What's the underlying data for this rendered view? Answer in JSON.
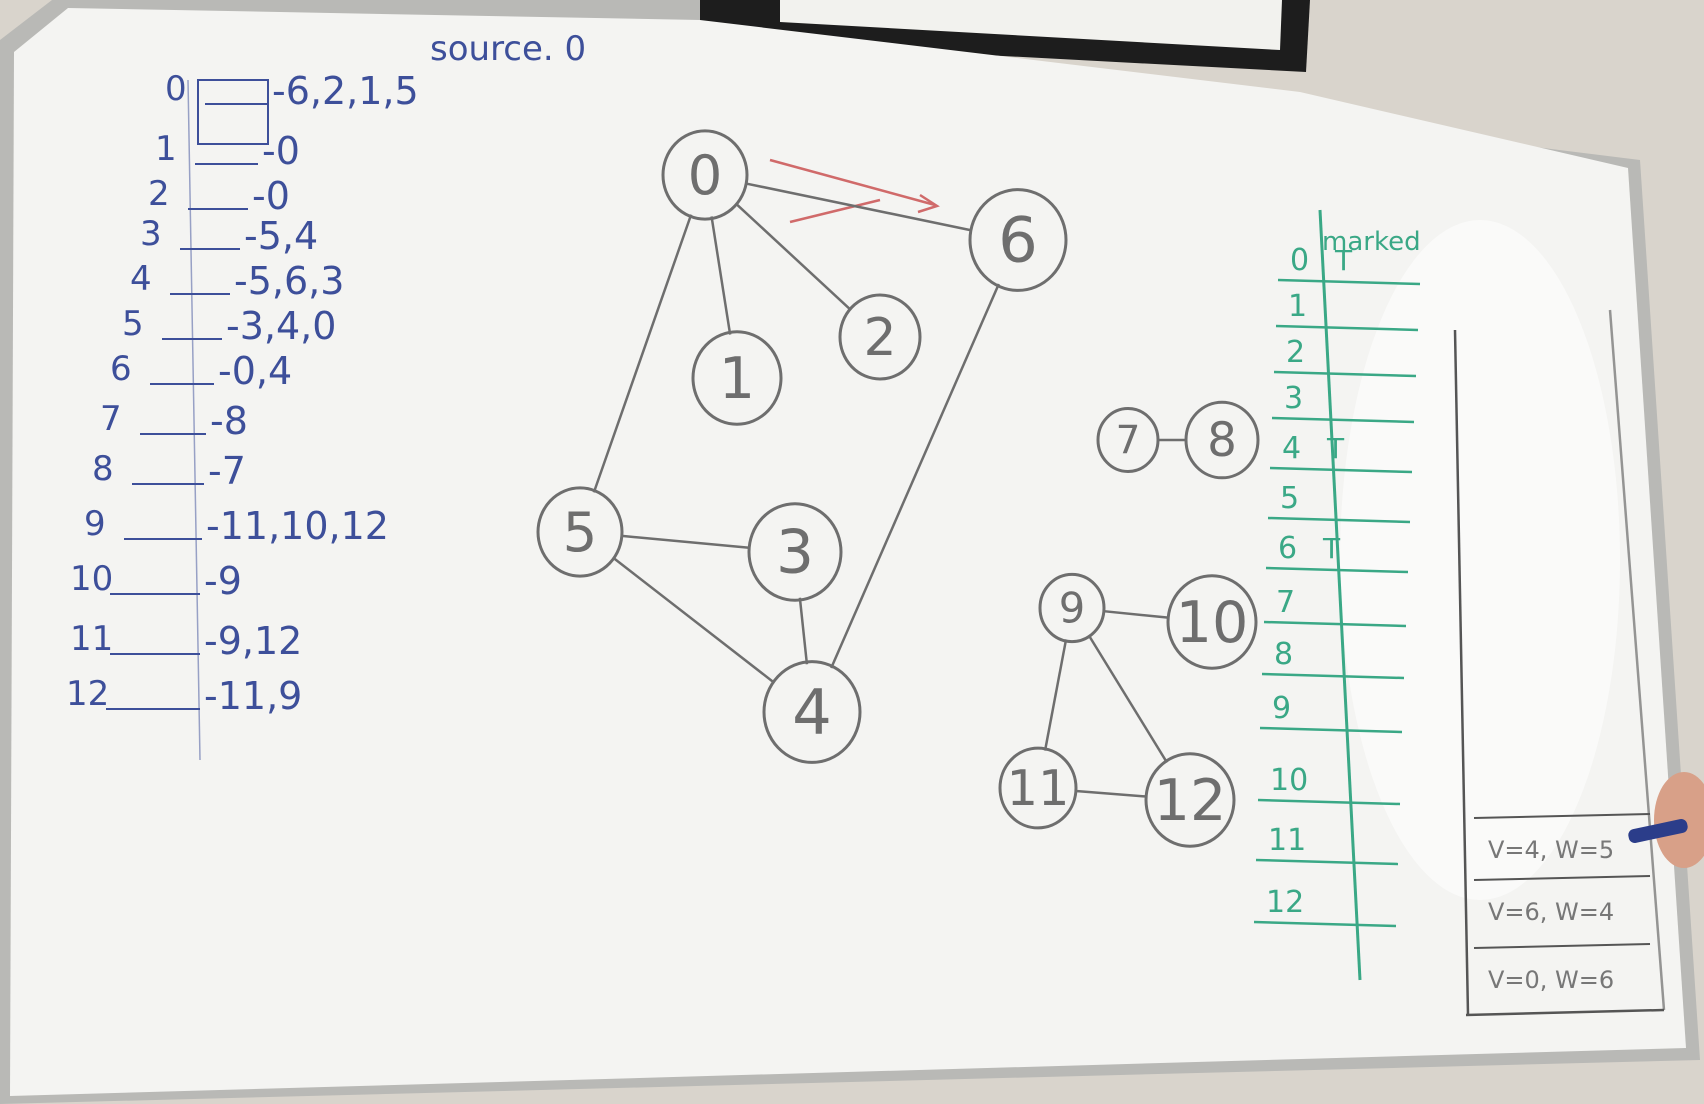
{
  "source_label": "source. 0",
  "adjacency": [
    {
      "index": "0",
      "neighbors": "-6,2,1,5"
    },
    {
      "index": "1",
      "neighbors": "-0"
    },
    {
      "index": "2",
      "neighbors": "-0"
    },
    {
      "index": "3",
      "neighbors": "-5,4"
    },
    {
      "index": "4",
      "neighbors": "-5,6,3"
    },
    {
      "index": "5",
      "neighbors": "-3,4,0"
    },
    {
      "index": "6",
      "neighbors": "-0,4"
    },
    {
      "index": "7",
      "neighbors": "-8"
    },
    {
      "index": "8",
      "neighbors": "-7"
    },
    {
      "index": "9",
      "neighbors": "-11,10,12"
    },
    {
      "index": "10",
      "neighbors": "-9"
    },
    {
      "index": "11",
      "neighbors": "-9,12"
    },
    {
      "index": "12",
      "neighbors": "-11,9"
    }
  ],
  "graph": {
    "nodes": [
      "0",
      "1",
      "2",
      "3",
      "4",
      "5",
      "6",
      "7",
      "8",
      "9",
      "10",
      "11",
      "12"
    ],
    "edges": [
      [
        "0",
        "6"
      ],
      [
        "0",
        "2"
      ],
      [
        "0",
        "1"
      ],
      [
        "0",
        "5"
      ],
      [
        "5",
        "3"
      ],
      [
        "5",
        "4"
      ],
      [
        "3",
        "4"
      ],
      [
        "6",
        "4"
      ],
      [
        "7",
        "8"
      ],
      [
        "9",
        "10"
      ],
      [
        "9",
        "11"
      ],
      [
        "9",
        "12"
      ],
      [
        "11",
        "12"
      ]
    ]
  },
  "marked_table": {
    "header": "marked",
    "rows": [
      {
        "index": "0",
        "mark": "T"
      },
      {
        "index": "1",
        "mark": ""
      },
      {
        "index": "2",
        "mark": ""
      },
      {
        "index": "3",
        "mark": ""
      },
      {
        "index": "4",
        "mark": "T"
      },
      {
        "index": "5",
        "mark": ""
      },
      {
        "index": "6",
        "mark": "T"
      },
      {
        "index": "7",
        "mark": ""
      },
      {
        "index": "8",
        "mark": ""
      },
      {
        "index": "9",
        "mark": ""
      },
      {
        "index": "10",
        "mark": ""
      },
      {
        "index": "11",
        "mark": ""
      },
      {
        "index": "12",
        "mark": ""
      }
    ]
  },
  "stack_frames": [
    "V=4, W=5",
    "V=6, W=4",
    "V=0, W=6"
  ],
  "colors": {
    "marker_blue": "#3d4f9a",
    "marker_green": "#3aa886",
    "marker_gray": "#6e6e6e",
    "marker_red": "#d06a6a",
    "board": "#f4f4f2",
    "wall": "#d9d4cc"
  }
}
